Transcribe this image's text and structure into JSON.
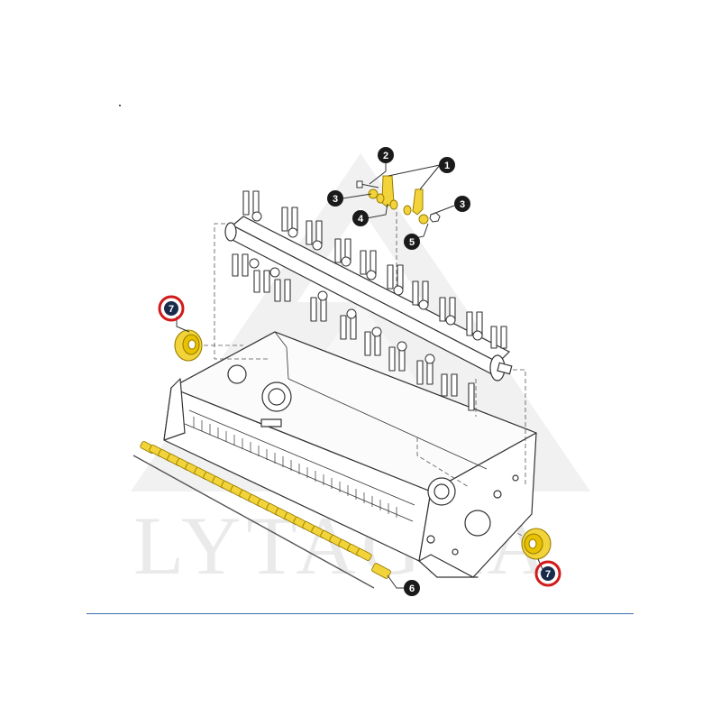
{
  "diagram": {
    "watermark": {
      "text": "LYTAGRA",
      "color": "#d9d9d9"
    },
    "colors": {
      "line": "#333333",
      "part_fill": "#ffffff",
      "highlight_fill": "#f2d43a",
      "highlight_stroke": "#9a7d00",
      "callout_fill": "#1a1a1a",
      "callout_ring": "#d11a1a",
      "rule": "#3d6fb0"
    },
    "callouts": [
      {
        "label": "1",
        "circled": false
      },
      {
        "label": "2",
        "circled": false
      },
      {
        "label": "3",
        "circled": false
      },
      {
        "label": "3",
        "circled": false
      },
      {
        "label": "4",
        "circled": false
      },
      {
        "label": "5",
        "circled": false
      },
      {
        "label": "6",
        "circled": false
      },
      {
        "label": "7",
        "circled": true
      },
      {
        "label": "7",
        "circled": true
      }
    ]
  }
}
